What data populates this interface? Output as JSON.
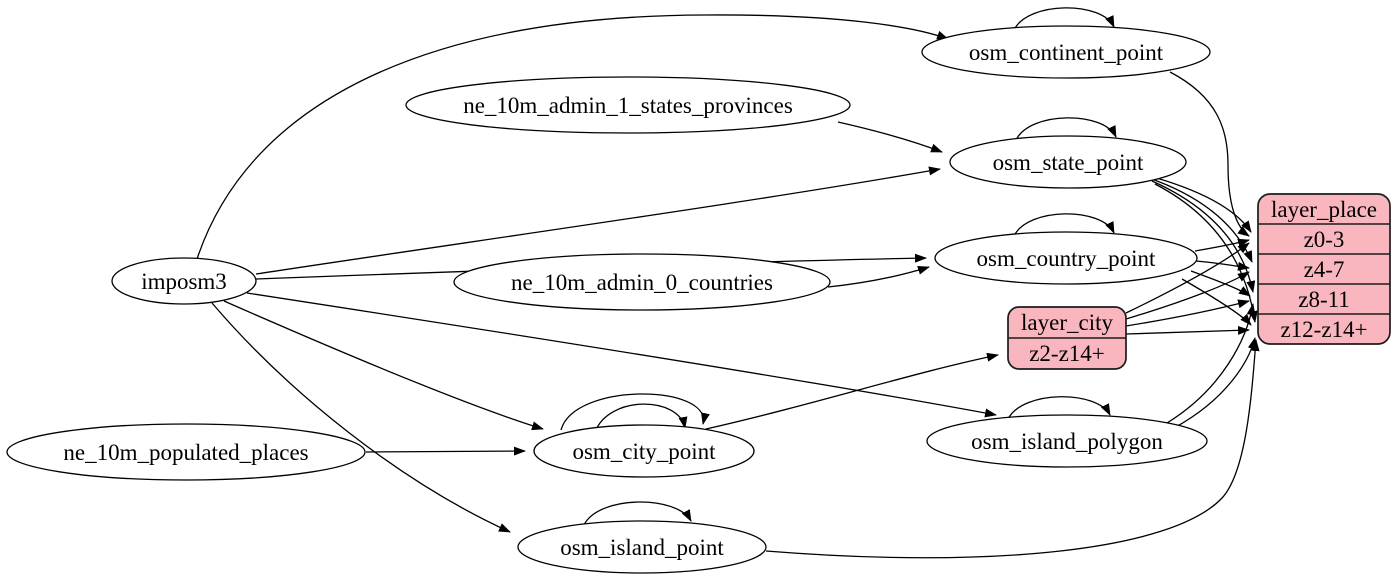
{
  "diagram": {
    "kind": "etl-graph",
    "background": "#ffffff",
    "node_fill": "#ffffff",
    "record_fill": "#f9b6be",
    "stroke_color": "#000000",
    "nodes": {
      "imposm3": "imposm3",
      "ne_10m_admin_1_states_provinces": "ne_10m_admin_1_states_provinces",
      "ne_10m_admin_0_countries": "ne_10m_admin_0_countries",
      "ne_10m_populated_places": "ne_10m_populated_places",
      "osm_continent_point": "osm_continent_point",
      "osm_state_point": "osm_state_point",
      "osm_country_point": "osm_country_point",
      "osm_city_point": "osm_city_point",
      "osm_island_polygon": "osm_island_polygon",
      "osm_island_point": "osm_island_point"
    },
    "records": {
      "layer_city": {
        "title": "layer_city",
        "rows": [
          "z2-z14+"
        ]
      },
      "layer_place": {
        "title": "layer_place",
        "rows": [
          "z0-3",
          "z4-7",
          "z8-11",
          "z12-z14+"
        ]
      }
    },
    "edges": [
      {
        "from": "imposm3",
        "to": "osm_continent_point"
      },
      {
        "from": "imposm3",
        "to": "osm_state_point"
      },
      {
        "from": "imposm3",
        "to": "osm_country_point"
      },
      {
        "from": "imposm3",
        "to": "osm_city_point"
      },
      {
        "from": "imposm3",
        "to": "osm_island_polygon"
      },
      {
        "from": "imposm3",
        "to": "osm_island_point"
      },
      {
        "from": "ne_10m_admin_1_states_provinces",
        "to": "osm_state_point"
      },
      {
        "from": "ne_10m_admin_0_countries",
        "to": "osm_country_point"
      },
      {
        "from": "ne_10m_populated_places",
        "to": "osm_city_point"
      },
      {
        "from": "osm_continent_point",
        "to": "osm_continent_point"
      },
      {
        "from": "osm_state_point",
        "to": "osm_state_point"
      },
      {
        "from": "osm_country_point",
        "to": "osm_country_point"
      },
      {
        "from": "osm_city_point",
        "to": "osm_city_point"
      },
      {
        "from": "osm_city_point",
        "to": "osm_city_point"
      },
      {
        "from": "osm_island_polygon",
        "to": "osm_island_polygon"
      },
      {
        "from": "osm_island_point",
        "to": "osm_island_point"
      },
      {
        "from": "osm_city_point",
        "to": "layer_city",
        "to_port": "z2-z14+"
      },
      {
        "from": "osm_continent_point",
        "to": "layer_place",
        "to_port": "z0-3"
      },
      {
        "from": "osm_state_point",
        "to": "layer_place",
        "to_port": "z0-3"
      },
      {
        "from": "osm_state_point",
        "to": "layer_place",
        "to_port": "z4-7"
      },
      {
        "from": "osm_state_point",
        "to": "layer_place",
        "to_port": "z8-11"
      },
      {
        "from": "osm_state_point",
        "to": "layer_place",
        "to_port": "z12-z14+"
      },
      {
        "from": "osm_country_point",
        "to": "layer_place",
        "to_port": "z0-3"
      },
      {
        "from": "osm_country_point",
        "to": "layer_place",
        "to_port": "z4-7"
      },
      {
        "from": "osm_country_point",
        "to": "layer_place",
        "to_port": "z8-11"
      },
      {
        "from": "osm_country_point",
        "to": "layer_place",
        "to_port": "z12-z14+"
      },
      {
        "from": "layer_city",
        "to": "layer_place",
        "to_port": "z0-3"
      },
      {
        "from": "layer_city",
        "to": "layer_place",
        "to_port": "z4-7"
      },
      {
        "from": "layer_city",
        "to": "layer_place",
        "to_port": "z8-11"
      },
      {
        "from": "layer_city",
        "to": "layer_place",
        "to_port": "z12-z14+"
      },
      {
        "from": "osm_island_polygon",
        "to": "layer_place",
        "to_port": "z8-11"
      },
      {
        "from": "osm_island_polygon",
        "to": "layer_place",
        "to_port": "z12-z14+"
      },
      {
        "from": "osm_island_point",
        "to": "layer_place",
        "to_port": "z12-z14+"
      }
    ]
  }
}
